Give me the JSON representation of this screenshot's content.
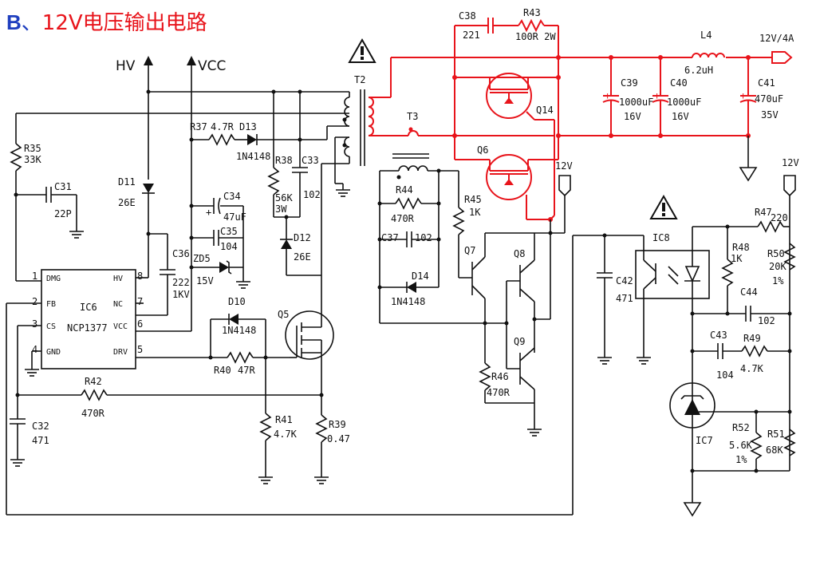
{
  "title": {
    "letter": "B",
    "sep": "、",
    "text": "12V电压输出电路"
  },
  "rails": {
    "hv": "HV",
    "vcc": "VCC"
  },
  "ic6": {
    "name": "IC6",
    "part": "NCP1377",
    "pins": {
      "dmg": "DMG",
      "fb": "FB",
      "cs": "CS",
      "gnd": "GND",
      "hv": "HV",
      "nc": "NC",
      "vcc": "VCC",
      "drv": "DRV"
    },
    "nums": {
      "p1": "1",
      "p2": "2",
      "p3": "3",
      "p4": "4",
      "p5": "5",
      "p6": "6",
      "p7": "7",
      "p8": "8"
    }
  },
  "parts": {
    "r35": "R35",
    "r35v": "33K",
    "c31": "C31",
    "c31v": "22P",
    "d11": "D11",
    "d11v": "26E",
    "r37": "R37",
    "r37v": "4.7R",
    "d13": "D13",
    "d13v": "1N4148",
    "r38": "R38",
    "r38v": "56K",
    "r38p": "3W",
    "c33": "C33",
    "c33v": "102",
    "c34": "C34",
    "c34v": "47uF",
    "c35": "C35",
    "c35v": "104",
    "c36": "C36",
    "c36v": "222",
    "c36p": "1KV",
    "zd5": "ZD5",
    "zd5v": "15V",
    "d12": "D12",
    "d12v": "26E",
    "d10": "D10",
    "d10v": "1N4148",
    "r40": "R40",
    "r40v": "47R",
    "q5": "Q5",
    "r42": "R42",
    "r42v": "470R",
    "c32": "C32",
    "c32v": "471",
    "r41": "R41",
    "r41v": "4.7K",
    "r39": "R39",
    "r39v": "0.47",
    "t2": "T2",
    "t3": "T3",
    "c38": "C38",
    "c38v": "221",
    "r43": "R43",
    "r43v": "100R 2W",
    "q14": "Q14",
    "q6": "Q6",
    "l4": "L4",
    "l4v": "6.2uH",
    "c39": "C39",
    "c39v": "1000uF",
    "c39p": "16V",
    "c40": "C40",
    "c40v": "1000uF",
    "c40p": "16V",
    "c41": "C41",
    "c41v": "470uF",
    "c41p": "35V",
    "out": "12V/4A",
    "r44": "R44",
    "r44v": "470R",
    "c37": "C37",
    "c37v": "102",
    "d14": "D14",
    "d14v": "1N4148",
    "r45": "R45",
    "r45v": "1K",
    "q7": "Q7",
    "q8": "Q8",
    "q9": "Q9",
    "r46": "R46",
    "r46v": "470R",
    "v12a": "12V",
    "v12b": "12V",
    "c42": "C42",
    "c42v": "471",
    "ic8": "IC8",
    "r47": "R47",
    "r47v": "220",
    "r48": "R48",
    "r48v": "1K",
    "r50": "R50",
    "r50v": "20K",
    "r50p": "1%",
    "c44": "C44",
    "c44v": "102",
    "c43": "C43",
    "c43v": "104",
    "r49": "R49",
    "r49v": "4.7K",
    "r52": "R52",
    "r52v": "5.6K",
    "r52p": "1%",
    "r51": "R51",
    "r51v": "68K",
    "ic7": "IC7"
  },
  "colors": {
    "highlight": "#e8141b",
    "title_blue": "#1f3fbf",
    "wire": "#111111"
  },
  "icons": [
    "warning-triangle-icon",
    "ground-icon",
    "output-arrow-icon"
  ]
}
